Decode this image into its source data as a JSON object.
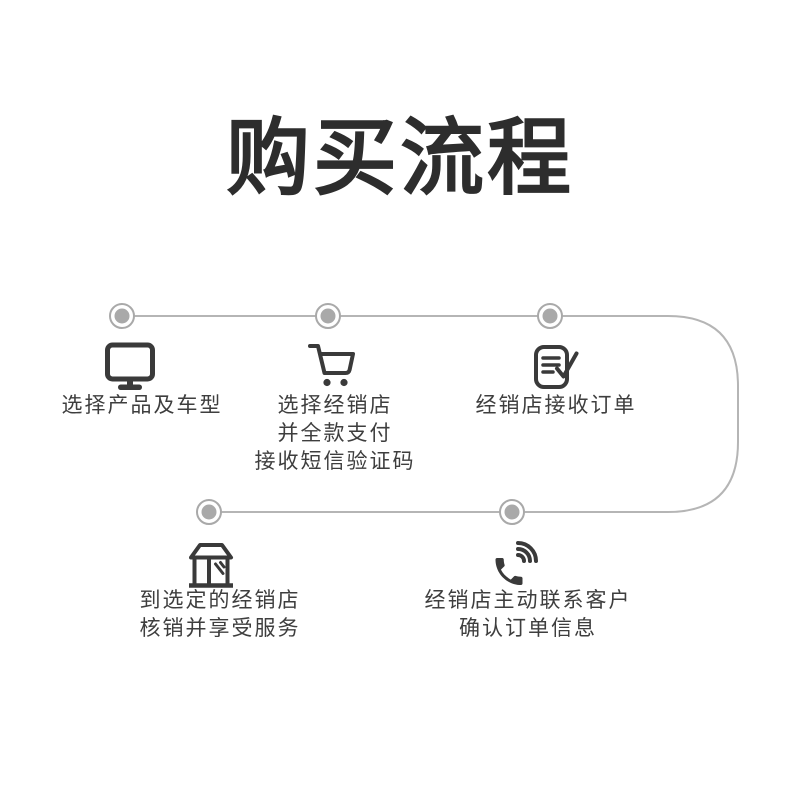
{
  "title": "购买流程",
  "colors": {
    "title_text": "#2d2d2d",
    "label_text": "#3e3e3e",
    "icon": "#3a3a3a",
    "connector_line": "#b5b5b5",
    "node": "#a9a9a9"
  },
  "steps": [
    {
      "icon": "monitor-icon",
      "label_lines": [
        "选择产品及车型"
      ]
    },
    {
      "icon": "shopping-cart-icon",
      "label_lines": [
        "选择经销店",
        "并全款支付",
        "接收短信验证码"
      ]
    },
    {
      "icon": "order-document-icon",
      "label_lines": [
        "经销店接收订单"
      ]
    },
    {
      "icon": "store-icon",
      "label_lines": [
        "到选定的经销店",
        "核销并享受服务"
      ]
    },
    {
      "icon": "phone-call-icon",
      "label_lines": [
        "经销店主动联系客户",
        "确认订单信息"
      ]
    }
  ]
}
